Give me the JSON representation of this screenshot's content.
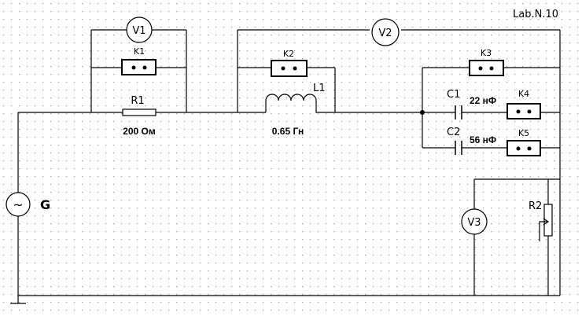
{
  "title": "Lab.N.10",
  "generator": {
    "symbol": "~",
    "label": "G"
  },
  "voltmeters": {
    "v1": "V1",
    "v2": "V2",
    "v3": "V3"
  },
  "keys": {
    "k1": "K1",
    "k2": "K2",
    "k3": "K3",
    "k4": "K4",
    "k5": "K5"
  },
  "resistor1": {
    "label": "R1",
    "value": "200 Ом"
  },
  "inductor": {
    "label": "L1",
    "value": "0.65 Гн"
  },
  "capacitor1": {
    "label": "C1",
    "value": "22 нФ"
  },
  "capacitor2": {
    "label": "C2",
    "value": "56 нФ"
  },
  "resistor2": {
    "label": "R2"
  },
  "colors": {
    "wire": "#000000",
    "grid": "#9a9a9a",
    "background": "#ffffff"
  }
}
